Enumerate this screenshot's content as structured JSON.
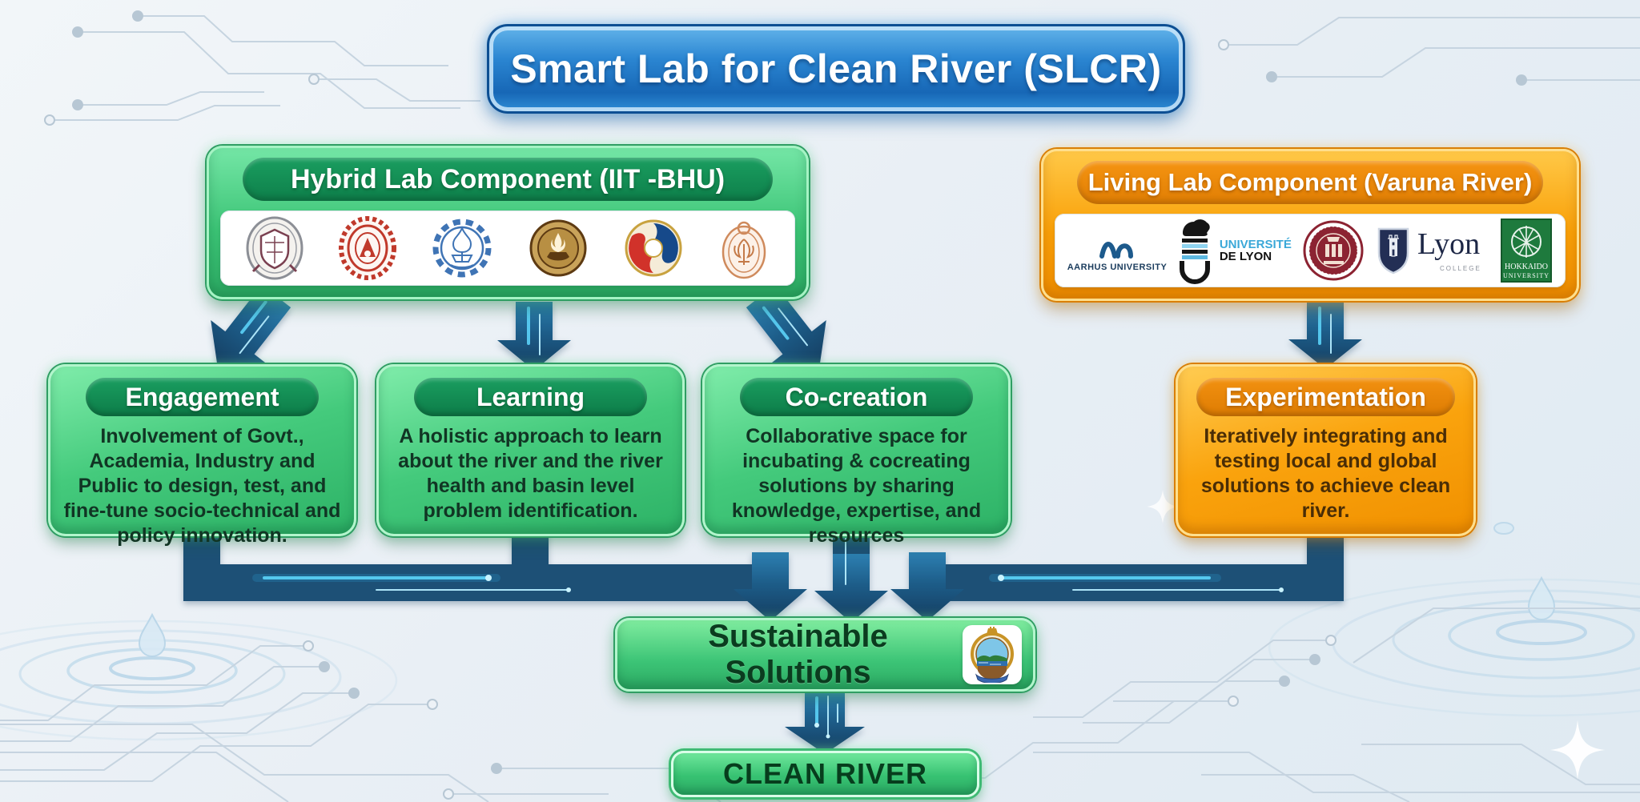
{
  "title": "Smart Lab for Clean River (SLCR)",
  "hybrid_lab": {
    "header": "Hybrid Lab Component (IIT -BHU)",
    "logos": [
      "iit-bhu-varanasi-seal",
      "iit-roorkee-seal",
      "iit-bombay-seal",
      "iit-madras-seal",
      "iit-gandhinagar-seal",
      "bhu-seal"
    ]
  },
  "living_lab": {
    "header": "Living Lab Component (Varuna River)",
    "logos": {
      "aarhus": {
        "label": "AARHUS UNIVERSITY"
      },
      "universite_de_lyon": {
        "line1": "UNIVERSITÉ",
        "line2": "DE LYON"
      },
      "copenhagen": {
        "name": "university-of-copenhagen-seal"
      },
      "lyon_college": {
        "wordmark": "Lyon",
        "subtext": "COLLEGE"
      },
      "hokkaido": {
        "line1": "HOKKAIDO",
        "line2": "UNIVERSITY"
      }
    }
  },
  "pillars": [
    {
      "title": "Engagement",
      "description": "Involvement of Govt., Academia, Industry and Public to design, test, and fine-tune socio-technical and policy innovation.",
      "color": "green"
    },
    {
      "title": "Learning",
      "description": "A holistic approach to learn about the river and the river health and basin level problem identification.",
      "color": "green"
    },
    {
      "title": "Co-creation",
      "description": "Collaborative space for incubating & cocreating solutions by sharing knowledge, expertise, and resources",
      "color": "green"
    },
    {
      "title": "Experimentation",
      "description": "Iteratively integrating and testing local and global solutions to achieve clean river.",
      "color": "orange"
    }
  ],
  "outcome": {
    "label": "Sustainable Solutions",
    "emblem": "government-emblem-seal"
  },
  "final_goal": {
    "label": "CLEAN RIVER"
  },
  "colors": {
    "banner_blue": "#1d76c6",
    "box_green": "#33bb6e",
    "box_orange": "#f79a00",
    "header_green": "#128952",
    "header_orange": "#e8830a",
    "arrow_navy": "#1d5076",
    "glow_cyan": "#5fd9ff",
    "background": "#e9eff5"
  }
}
